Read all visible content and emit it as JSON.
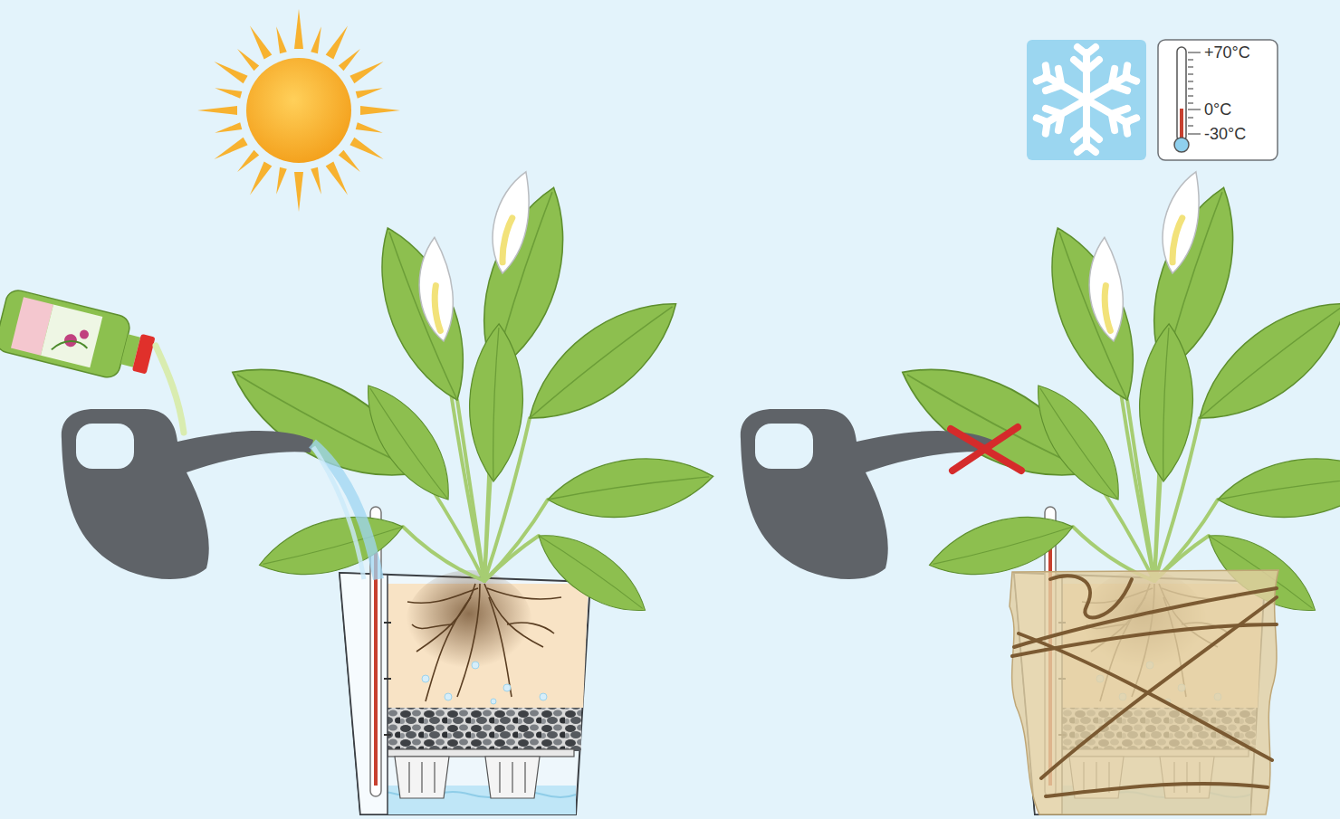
{
  "diagram": {
    "labels": [
      "+70°C",
      "0°C",
      "-30°C"
    ]
  }
}
